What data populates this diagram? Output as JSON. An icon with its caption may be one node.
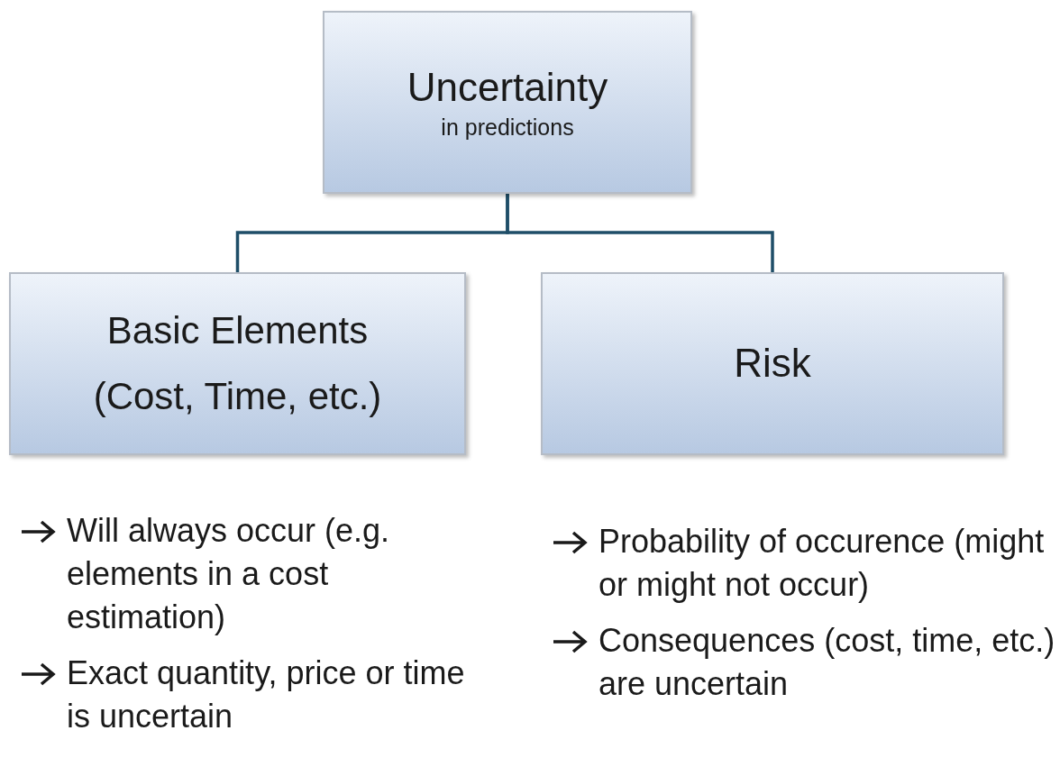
{
  "diagram": {
    "nodes": [
      {
        "text": [
          "Uncertainty",
          "in predictions"
        ]
      },
      {
        "text": [
          "Basic Elements",
          "(Cost, Time, etc.)"
        ],
        "beside": [
          "Will always occur (e.g. elements in a cost estimation)",
          "Exact quantity, price or time is uncertain"
        ]
      },
      {
        "text": [
          "Risk"
        ],
        "beside": [
          "Probability of occurence (might or might not occur)",
          "Consequences (cost, time, etc.) are uncertain"
        ]
      }
    ],
    "edges": [
      {
        "from": 0,
        "to": 1,
        "arrow": "none"
      },
      {
        "from": 0,
        "to": 2,
        "arrow": "none"
      }
    ]
  }
}
